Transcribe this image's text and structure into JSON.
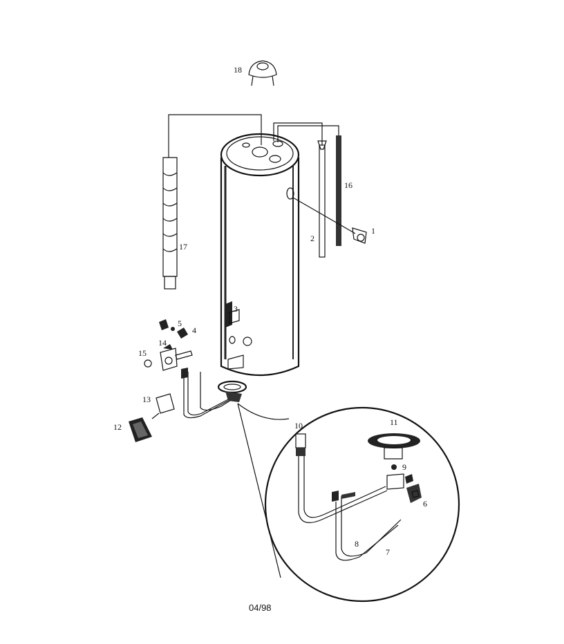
{
  "parts": [
    {
      "number": "1"
    },
    {
      "number": "2"
    },
    {
      "number": "3"
    },
    {
      "number": "4"
    },
    {
      "number": "5"
    },
    {
      "number": "6"
    },
    {
      "number": "7"
    },
    {
      "number": "8"
    },
    {
      "number": "9"
    },
    {
      "number": "10"
    },
    {
      "number": "11"
    },
    {
      "number": "12"
    },
    {
      "number": "13"
    },
    {
      "number": "14"
    },
    {
      "number": "15"
    },
    {
      "number": "16"
    },
    {
      "number": "17"
    },
    {
      "number": "18"
    }
  ],
  "footer": {
    "date": "04/98"
  }
}
